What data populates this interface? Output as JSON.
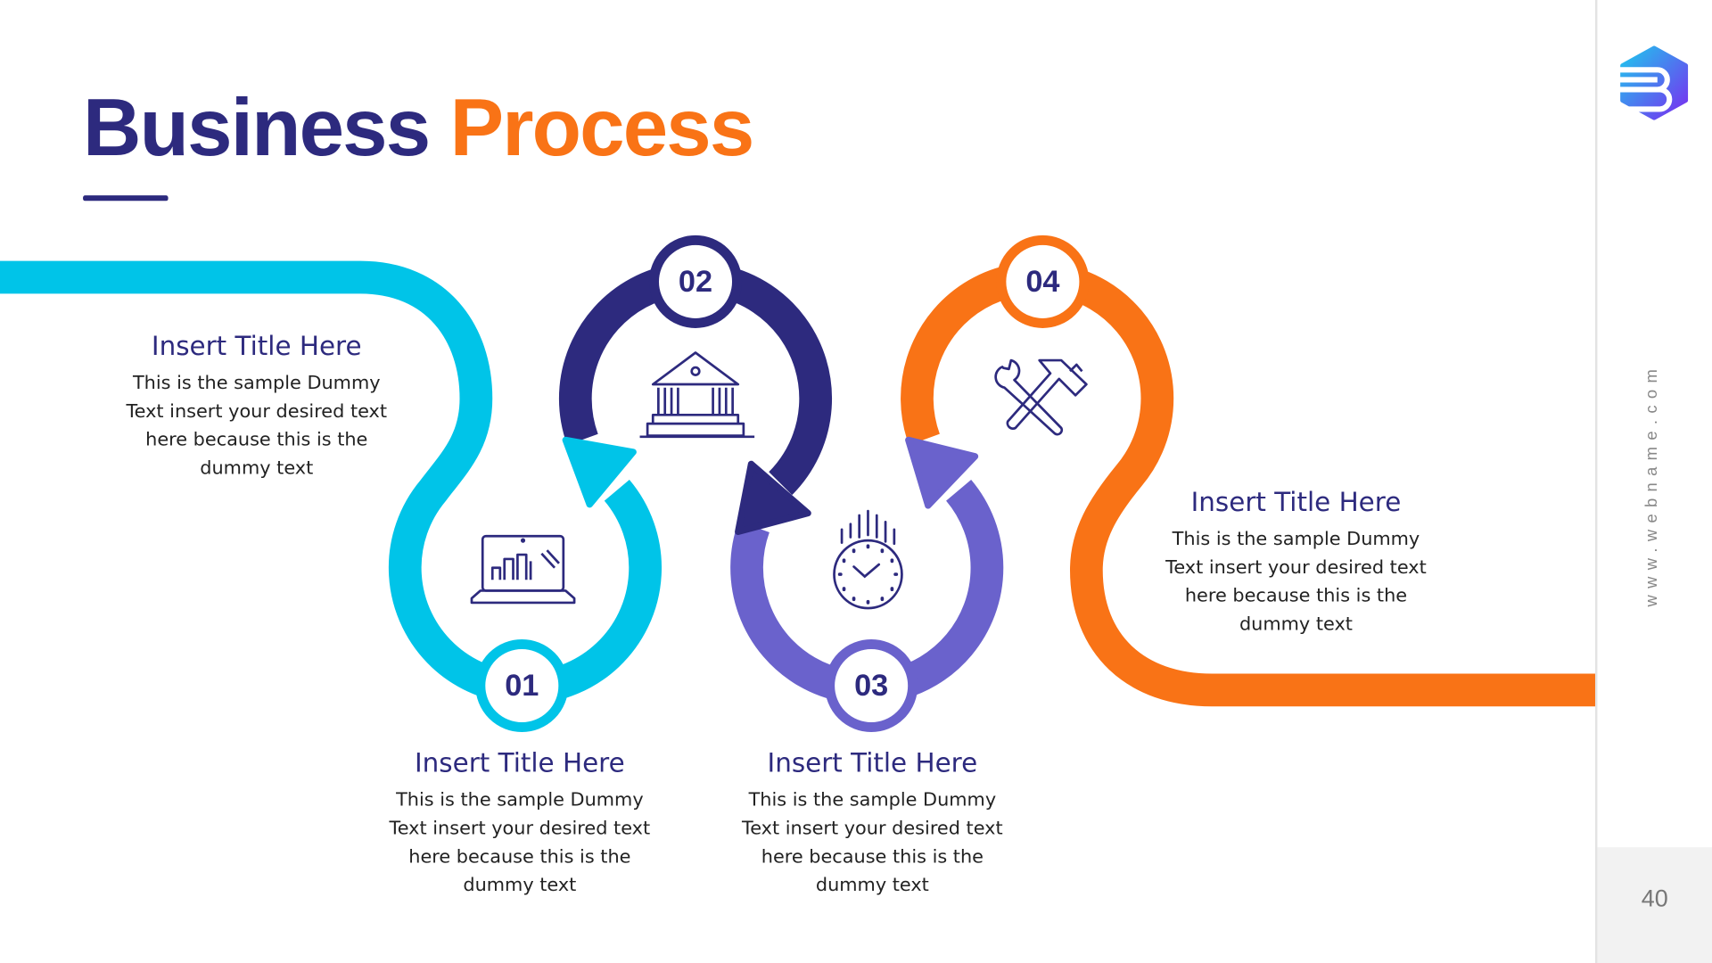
{
  "title": {
    "part1": "Business",
    "part2": "Process"
  },
  "sidebar": {
    "website": "www.webname.com",
    "page_number": "40"
  },
  "colors": {
    "navy": "#2d2a7e",
    "cyan": "#00c4e8",
    "purple": "#6a62cc",
    "orange": "#f97316"
  },
  "steps": [
    {
      "number": "01",
      "icon": "laptop-chart-icon",
      "title": "Insert Title Here",
      "body": "This is the sample Dummy Text insert your desired text here because this is the dummy text"
    },
    {
      "number": "02",
      "icon": "bank-building-icon",
      "title": "Insert Title Here",
      "body": "This is the sample Dummy Text insert your desired text here because this is the dummy text"
    },
    {
      "number": "03",
      "icon": "stopwatch-icon",
      "title": "Insert Title Here",
      "body": "This is the sample Dummy Text insert your desired text here because this is the dummy text"
    },
    {
      "number": "04",
      "icon": "tools-icon",
      "title": "Insert Title Here",
      "body": "This is the sample Dummy Text insert your desired text here because this is the dummy text"
    }
  ]
}
